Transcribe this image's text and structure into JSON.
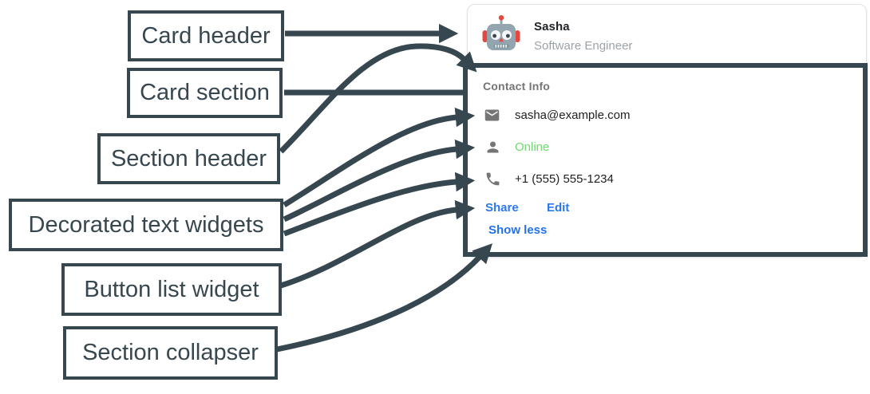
{
  "diagram": {
    "annotation_color": "#374750",
    "labels": [
      {
        "text": "Card header"
      },
      {
        "text": "Card section"
      },
      {
        "text": "Section header"
      },
      {
        "text": "Decorated text widgets"
      },
      {
        "text": "Button list widget"
      },
      {
        "text": "Section collapser"
      }
    ]
  },
  "card": {
    "header": {
      "name": "Sasha",
      "subtitle": "Software Engineer",
      "avatar_icon": "robot-emoji"
    },
    "section": {
      "title": "Contact Info",
      "rows": [
        {
          "icon": "mail-icon",
          "text": "sasha@example.com"
        },
        {
          "icon": "person-icon",
          "text": "Online"
        },
        {
          "icon": "phone-icon",
          "text": "+1 (555) 555-1234"
        }
      ],
      "buttons": [
        {
          "label": "Share"
        },
        {
          "label": "Edit"
        }
      ],
      "collapser_label": "Show less"
    },
    "colors": {
      "link_blue": "#2B79F0",
      "online_green": "#6FD96F",
      "icon_gray": "#757575",
      "subtitle_gray": "#9CA3A8",
      "section_outline": "#374750"
    }
  }
}
